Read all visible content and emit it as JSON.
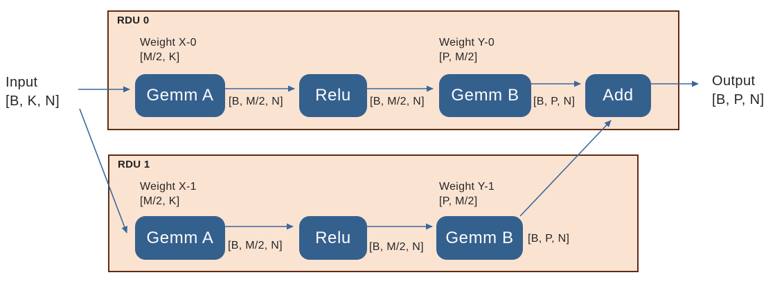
{
  "colors": {
    "node_fill": "#34608E",
    "node_text": "#FCFCFC",
    "rdu_fill": "#FBE3D2",
    "rdu_border": "#5F2B12",
    "arrow": "#3A689C",
    "label_text": "#262626"
  },
  "input": {
    "label": "Input",
    "dims": "[B, K, N]"
  },
  "output": {
    "label": "Output",
    "dims": "[B, P, N]"
  },
  "add": {
    "label": "Add"
  },
  "rdus": [
    {
      "title": "RDU 0",
      "weight_x": {
        "name": "Weight X-0",
        "dims": "[M/2, K]"
      },
      "weight_y": {
        "name": "Weight Y-0",
        "dims": "[P, M/2]"
      },
      "nodes": {
        "gemm_a": "Gemm A",
        "relu": "Relu",
        "gemm_b": "Gemm B"
      },
      "edges": {
        "after_gemm_a": "[B, M/2, N]",
        "after_relu": "[B, M/2, N]",
        "after_gemm_b": "[B, P, N]"
      }
    },
    {
      "title": "RDU 1",
      "weight_x": {
        "name": "Weight X-1",
        "dims": "[M/2, K]"
      },
      "weight_y": {
        "name": "Weight Y-1",
        "dims": "[P, M/2]"
      },
      "nodes": {
        "gemm_a": "Gemm A",
        "relu": "Relu",
        "gemm_b": "Gemm B"
      },
      "edges": {
        "after_gemm_a": "[B, M/2, N]",
        "after_relu": "[B, M/2, N]",
        "after_gemm_b": "[B, P, N]"
      }
    }
  ]
}
